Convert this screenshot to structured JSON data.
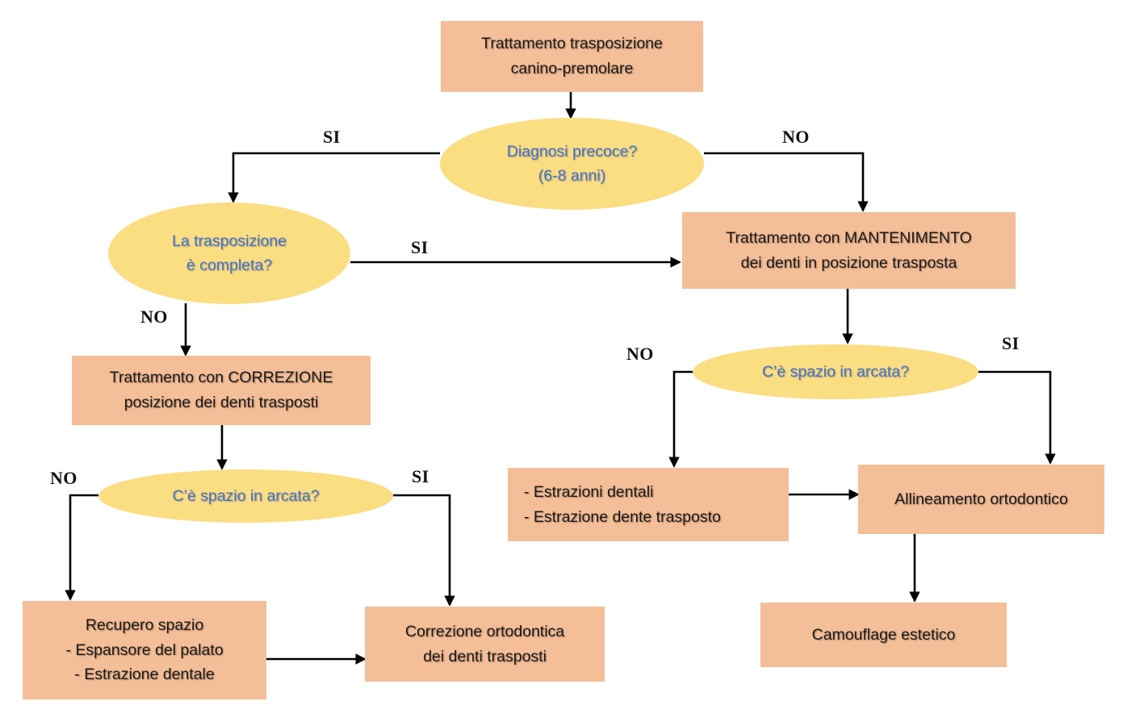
{
  "diagram": {
    "title_text": "Trattamento trasposizione canino-premolare",
    "language": "it",
    "palette": {
      "process_fill": "#F4BE98",
      "decision_fill": "#FBDD82",
      "decision_text": "#4472C4",
      "process_text": "#1A1A1A",
      "connector": "#000000",
      "background": "#FFFFFF"
    },
    "nodes": [
      {
        "id": "start",
        "type": "process",
        "lines": [
          "Trattamento trasposizione",
          "canino-premolare"
        ]
      },
      {
        "id": "diagnosi",
        "type": "decision",
        "lines": [
          "Diagnosi precoce?",
          "(6-8 anni)"
        ]
      },
      {
        "id": "trasposizione-completa",
        "type": "decision",
        "lines": [
          "La trasposizione",
          "è completa?"
        ]
      },
      {
        "id": "mantenimento",
        "type": "process",
        "lines": [
          "Trattamento con MANTENIMENTO",
          "dei denti in posizione trasposta"
        ]
      },
      {
        "id": "correzione",
        "type": "process",
        "lines": [
          "Trattamento con CORREZIONE",
          "posizione dei denti trasposti"
        ]
      },
      {
        "id": "spazio-left",
        "type": "decision",
        "lines": [
          "C’è spazio in arcata?"
        ]
      },
      {
        "id": "spazio-right",
        "type": "decision",
        "lines": [
          "C’è spazio in arcata?"
        ]
      },
      {
        "id": "estrazioni",
        "type": "process",
        "lines": [
          "- Estrazioni dentali",
          "- Estrazione dente trasposto"
        ]
      },
      {
        "id": "allineamento",
        "type": "process",
        "lines": [
          "Allineamento ortodontico"
        ]
      },
      {
        "id": "recupero",
        "type": "process",
        "lines": [
          "Recupero spazio",
          "- Espansore del palato",
          "- Estrazione dentale"
        ]
      },
      {
        "id": "correzione-orto",
        "type": "process",
        "lines": [
          "Correzione ortodontica",
          "dei denti trasposti"
        ]
      },
      {
        "id": "camouflage",
        "type": "process",
        "lines": [
          "Camouflage estetico"
        ]
      }
    ],
    "edges": [
      {
        "id": "start-diagnosi",
        "from": "start",
        "to": "diagnosi",
        "label": ""
      },
      {
        "id": "diagnosi-si",
        "from": "diagnosi",
        "to": "trasposizione-completa",
        "label": "SI"
      },
      {
        "id": "diagnosi-no",
        "from": "diagnosi",
        "to": "mantenimento",
        "label": "NO"
      },
      {
        "id": "completa-si",
        "from": "trasposizione-completa",
        "to": "mantenimento",
        "label": "SI"
      },
      {
        "id": "completa-no",
        "from": "trasposizione-completa",
        "to": "correzione",
        "label": "NO"
      },
      {
        "id": "correzione-spazio",
        "from": "correzione",
        "to": "spazio-left",
        "label": ""
      },
      {
        "id": "spazio-left-no",
        "from": "spazio-left",
        "to": "recupero",
        "label": "NO"
      },
      {
        "id": "spazio-left-si",
        "from": "spazio-left",
        "to": "correzione-orto",
        "label": "SI"
      },
      {
        "id": "recupero-correzione-orto",
        "from": "recupero",
        "to": "correzione-orto",
        "label": ""
      },
      {
        "id": "mantenimento-spazio",
        "from": "mantenimento",
        "to": "spazio-right",
        "label": ""
      },
      {
        "id": "spazio-right-no",
        "from": "spazio-right",
        "to": "estrazioni",
        "label": "NO"
      },
      {
        "id": "spazio-right-si",
        "from": "spazio-right",
        "to": "allineamento",
        "label": "SI"
      },
      {
        "id": "estrazioni-allineamento",
        "from": "estrazioni",
        "to": "allineamento",
        "label": ""
      },
      {
        "id": "allineamento-camouflage",
        "from": "allineamento",
        "to": "camouflage",
        "label": ""
      }
    ],
    "edge_labels": [
      {
        "id": "label-diagnosi-si",
        "text": "SI"
      },
      {
        "id": "label-diagnosi-no",
        "text": "NO"
      },
      {
        "id": "label-completa-si",
        "text": "SI"
      },
      {
        "id": "label-completa-no",
        "text": "NO"
      },
      {
        "id": "label-spazio-left-no",
        "text": "NO"
      },
      {
        "id": "label-spazio-left-si",
        "text": "SI"
      },
      {
        "id": "label-spazio-right-no",
        "text": "NO"
      },
      {
        "id": "label-spazio-right-si",
        "text": "SI"
      }
    ]
  }
}
